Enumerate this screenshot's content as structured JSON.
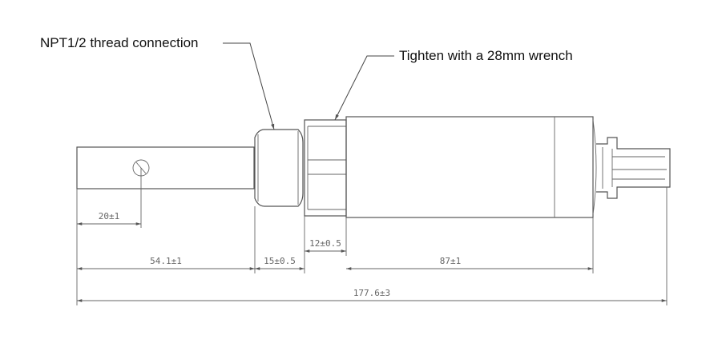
{
  "callouts": {
    "thread": "NPT1/2 thread connection",
    "wrench": "Tighten with a 28mm wrench"
  },
  "dimensions": {
    "probe_offset": "20±1",
    "probe_length": "54.1±1",
    "thread_length": "15±0.5",
    "hex_length": "12±0.5",
    "body_length": "87±1",
    "total_length": "177.6±3"
  }
}
